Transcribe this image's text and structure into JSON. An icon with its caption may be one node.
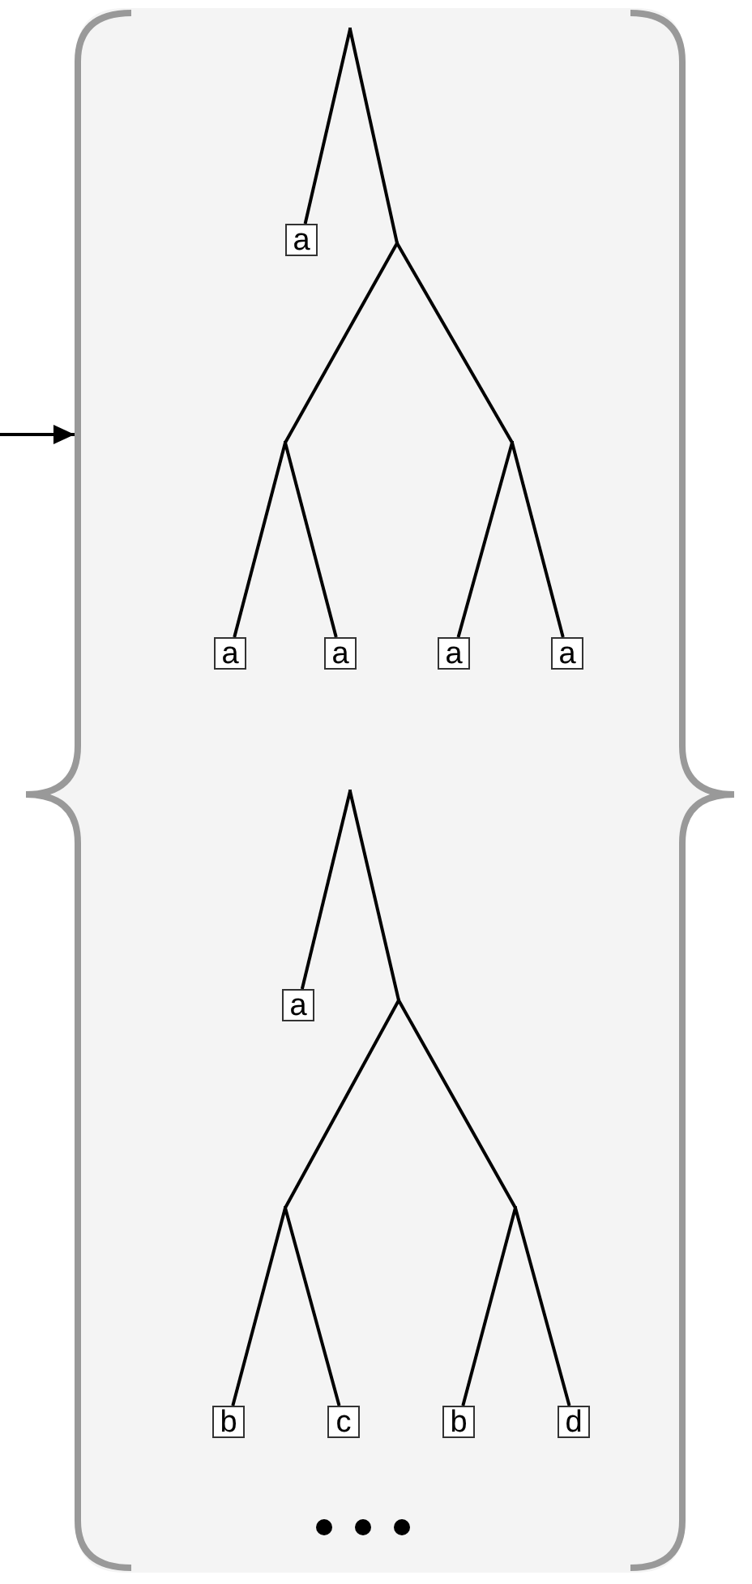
{
  "diagram": {
    "nodes": [
      {
        "text": [],
        "shape": "box"
      },
      {
        "text": [
          "a"
        ],
        "in": 0
      },
      {
        "text": [
          "a"
        ],
        "in": 0
      },
      {
        "text": [
          "a"
        ],
        "in": 0
      },
      {
        "text": [
          "a"
        ],
        "in": 0
      },
      {
        "text": [
          "a"
        ],
        "in": 0
      },
      {
        "text": [
          "a"
        ],
        "in": 0
      },
      {
        "text": [
          "b"
        ],
        "in": 0
      },
      {
        "text": [
          "c"
        ],
        "in": 0
      },
      {
        "text": [
          "b"
        ],
        "in": 0
      },
      {
        "text": [
          "d"
        ],
        "in": 0
      },
      {
        "text": [],
        "shape": "point",
        "in": 0
      },
      {
        "text": [],
        "shape": "point",
        "in": 0
      },
      {
        "text": [],
        "shape": "point",
        "in": 0
      },
      {
        "text": [],
        "shape": "point",
        "in": 0
      },
      {
        "text": [],
        "shape": "point",
        "in": 0
      },
      {
        "text": [],
        "shape": "point",
        "in": 0
      },
      {
        "text": [],
        "shape": "point",
        "in": 0
      },
      {
        "text": [],
        "shape": "point",
        "in": 0
      }
    ],
    "edges": [
      {
        "from": null,
        "to": 0,
        "arrow": "to"
      },
      {
        "from": 11,
        "to": 1,
        "arrow": "none"
      },
      {
        "from": 11,
        "to": 12,
        "arrow": "none"
      },
      {
        "from": 12,
        "to": 13,
        "arrow": "none"
      },
      {
        "from": 12,
        "to": 14,
        "arrow": "none"
      },
      {
        "from": 13,
        "to": 2,
        "arrow": "none"
      },
      {
        "from": 13,
        "to": 3,
        "arrow": "none"
      },
      {
        "from": 14,
        "to": 4,
        "arrow": "none"
      },
      {
        "from": 14,
        "to": 5,
        "arrow": "none"
      },
      {
        "from": 15,
        "to": 6,
        "arrow": "none"
      },
      {
        "from": 15,
        "to": 16,
        "arrow": "none"
      },
      {
        "from": 16,
        "to": 17,
        "arrow": "none"
      },
      {
        "from": 16,
        "to": 18,
        "arrow": "none"
      },
      {
        "from": 17,
        "to": 7,
        "arrow": "none"
      },
      {
        "from": 17,
        "to": 8,
        "arrow": "none"
      },
      {
        "from": 18,
        "to": 9,
        "arrow": "none"
      },
      {
        "from": 18,
        "to": 10,
        "arrow": "none"
      }
    ]
  }
}
